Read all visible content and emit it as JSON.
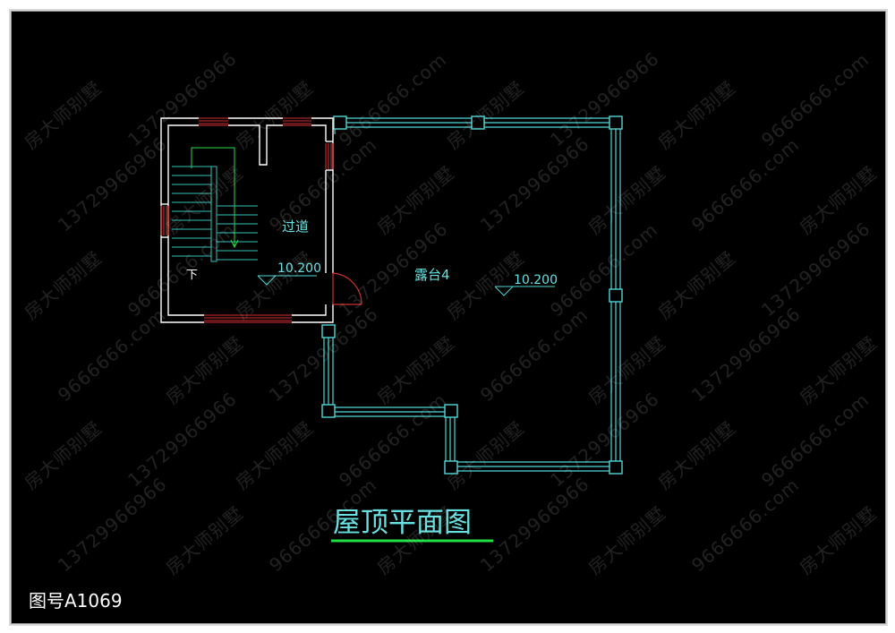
{
  "drawing": {
    "title": "屋顶平面图",
    "drawing_number": "图号A1069"
  },
  "rooms": {
    "corridor_label": "过道",
    "terrace_label": "露台4",
    "stair_down_marker": "下"
  },
  "elevations": {
    "corridor": "10.200",
    "terrace": "10.200"
  },
  "watermark": {
    "brand": "房大师别墅",
    "phone": "13729966966",
    "site": "9666666.com"
  },
  "colors": {
    "background": "#000000",
    "wall": "#ffffff",
    "railing": "#4fd6d6",
    "window": "#d03030",
    "stair": "#33c0b8",
    "text": "#66e0e0",
    "underline": "#22dd44"
  }
}
